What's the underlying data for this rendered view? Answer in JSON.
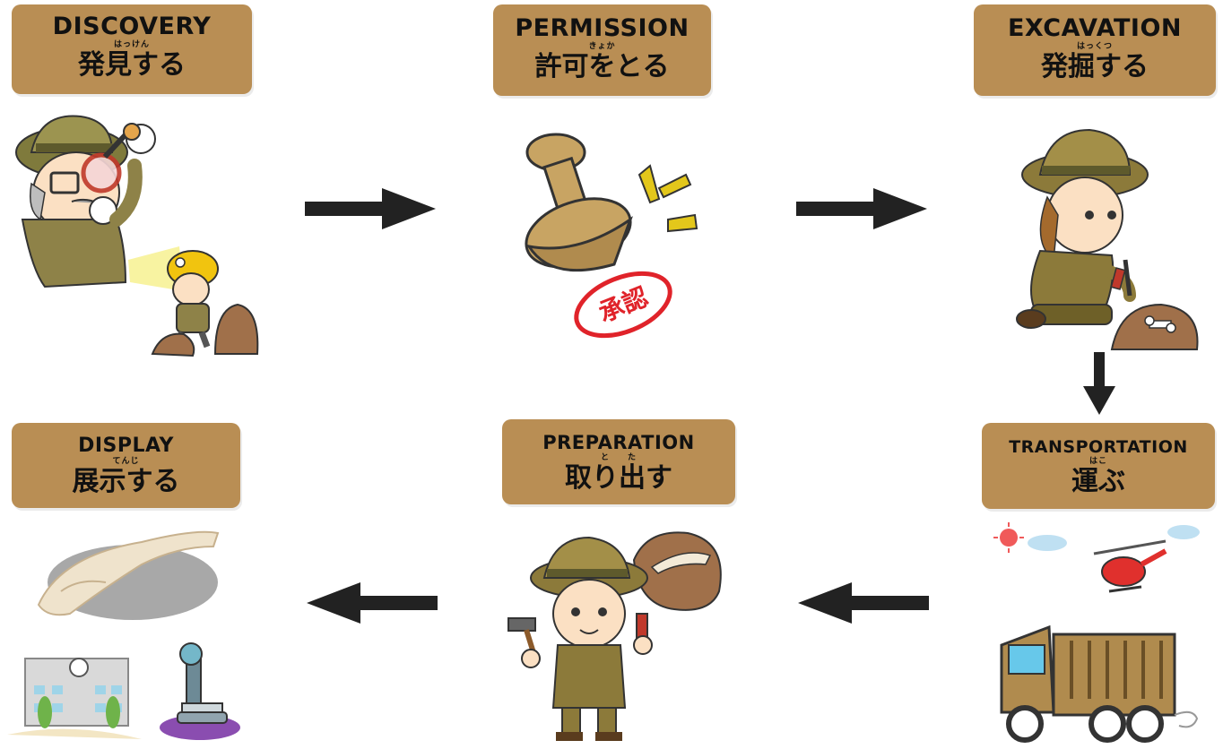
{
  "steps": [
    {
      "id": "discovery",
      "en": "DISCOVERY",
      "ruby": "はっけん",
      "ja": "発見する"
    },
    {
      "id": "permission",
      "en": "PERMISSION",
      "ruby": "きょか",
      "ja": "許可をとる"
    },
    {
      "id": "excavation",
      "en": "EXCAVATION",
      "ruby": "はっくつ",
      "ja": "発掘する"
    },
    {
      "id": "transportation",
      "en": "TRANSPORTATION",
      "ruby": "はこ",
      "ja": "運ぶ"
    },
    {
      "id": "preparation",
      "en": "PREPARATION",
      "ruby": "と　　た",
      "ja": "取り出す"
    },
    {
      "id": "display",
      "en": "DISPLAY",
      "ruby": "てんじ",
      "ja": "展示する"
    }
  ],
  "stamp_text": "承認",
  "colors": {
    "label_bg": "#b98e54",
    "arrow": "#222222",
    "khaki": "#8c7a3a",
    "rock": "#a0704a",
    "stamp_red": "#e0232a"
  }
}
